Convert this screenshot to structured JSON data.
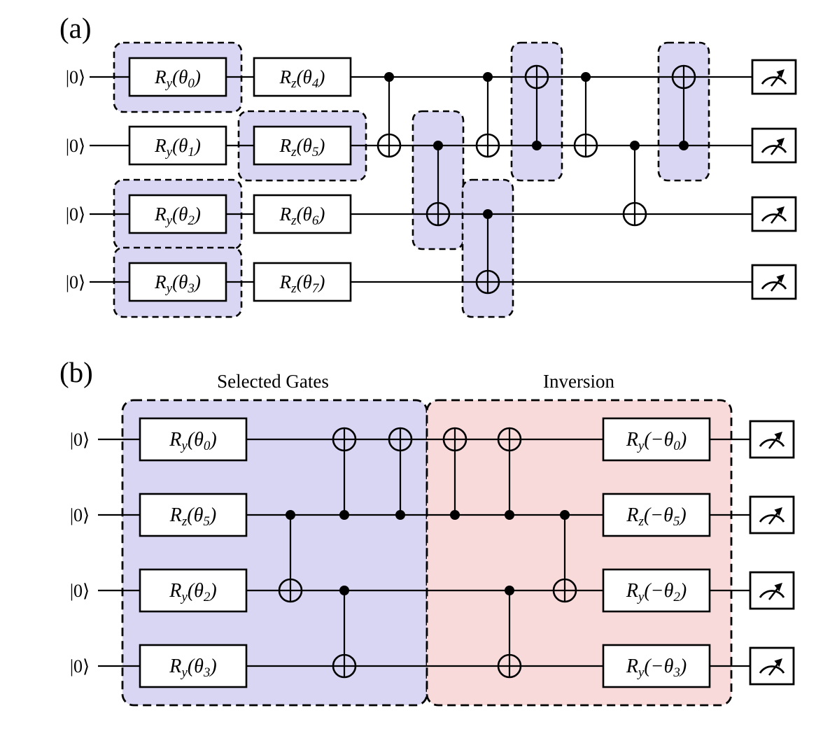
{
  "colors": {
    "selected_fill": "#d8d6f3",
    "inversion_fill": "#f8dada",
    "stroke": "#000000",
    "gate_fill": "#ffffff",
    "background": "#ffffff"
  },
  "panel_a": {
    "label": "(a)",
    "qubits": [
      "|0⟩",
      "|0⟩",
      "|0⟩",
      "|0⟩"
    ],
    "ry_layer": {
      "gates": [
        "R_y(θ_0)",
        "R_y(θ_1)",
        "R_y(θ_2)",
        "R_y(θ_3)"
      ],
      "selected": [
        true,
        false,
        true,
        true
      ]
    },
    "rz_layer": {
      "gates": [
        "R_z(θ_4)",
        "R_z(θ_5)",
        "R_z(θ_6)",
        "R_z(θ_7)"
      ],
      "selected": [
        false,
        true,
        false,
        false
      ]
    },
    "cnots": [
      {
        "control": 0,
        "target": 1,
        "column": 0,
        "selected": false
      },
      {
        "control": 1,
        "target": 2,
        "column": 1,
        "selected": true
      },
      {
        "control": 0,
        "target": 1,
        "column": 2,
        "selected": false
      },
      {
        "control": 2,
        "target": 3,
        "column": 2,
        "selected": true
      },
      {
        "control": 1,
        "target": 0,
        "column": 3,
        "selected": true
      },
      {
        "control": 0,
        "target": 1,
        "column": 4,
        "selected": false
      },
      {
        "control": 1,
        "target": 2,
        "column": 5,
        "selected": false
      },
      {
        "control": 1,
        "target": 0,
        "column": 6,
        "selected": true
      }
    ],
    "measured_qubits": 4
  },
  "panel_b": {
    "label": "(b)",
    "qubits": [
      "|0⟩",
      "|0⟩",
      "|0⟩",
      "|0⟩"
    ],
    "regions": [
      {
        "title": "Selected Gates"
      },
      {
        "title": "Inversion"
      }
    ],
    "forward_gates": [
      "R_y(θ_0)",
      "R_z(θ_5)",
      "R_y(θ_2)",
      "R_y(θ_3)"
    ],
    "inverse_gates": [
      "R_y(−θ_0)",
      "R_z(−θ_5)",
      "R_y(−θ_2)",
      "R_y(−θ_3)"
    ],
    "forward_cnots": [
      {
        "control": 1,
        "target": 2,
        "column": 0
      },
      {
        "control": 1,
        "target": 0,
        "column": 1
      },
      {
        "control": 2,
        "target": 3,
        "column": 1
      },
      {
        "control": 1,
        "target": 0,
        "column": 2
      }
    ],
    "inverse_cnots": [
      {
        "control": 1,
        "target": 0,
        "column": 0
      },
      {
        "control": 1,
        "target": 0,
        "column": 1
      },
      {
        "control": 2,
        "target": 3,
        "column": 1
      },
      {
        "control": 1,
        "target": 2,
        "column": 2
      }
    ],
    "measured_qubits": 4
  }
}
